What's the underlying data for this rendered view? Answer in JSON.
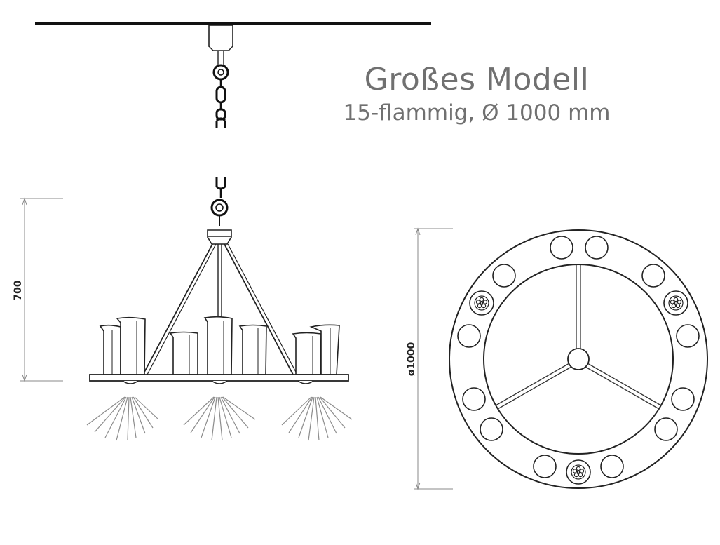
{
  "title": "Großes Modell",
  "subtitle": "15-flammig, Ø 1000 mm",
  "dimensions": {
    "height_label": "700",
    "diameter_label": "ø1000"
  },
  "colors": {
    "line": "#222222",
    "dimension": "#8a8a8a",
    "text": "#707070",
    "background": "#ffffff"
  }
}
